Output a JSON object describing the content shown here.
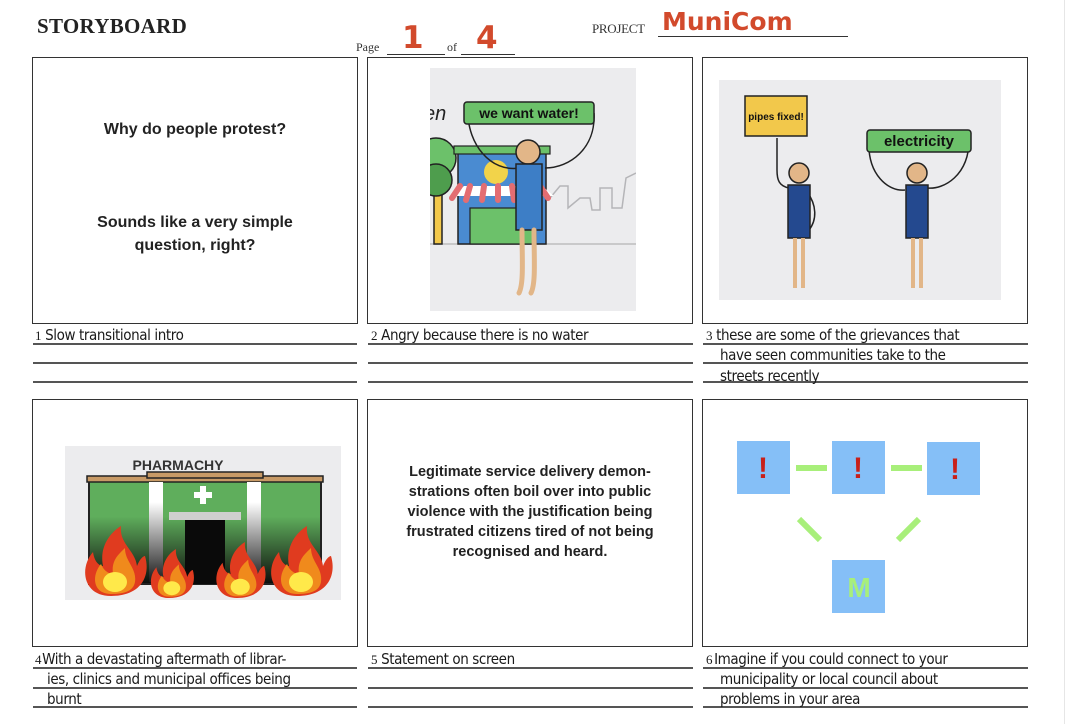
{
  "header": {
    "title": "STORYBOARD",
    "page_label": "Page",
    "page_number": "1",
    "of_label": "of",
    "page_total": "4",
    "project_label": "PROJECT",
    "project_name": "MuniCom"
  },
  "panels": [
    {
      "number": "1",
      "content": {
        "type": "text",
        "line1": "Why do people protest?",
        "line2": "Sounds like a very simple question, right?"
      },
      "caption": [
        "Slow transitional intro"
      ]
    },
    {
      "number": "2",
      "content": {
        "type": "illustration",
        "sign_text": "we want water!",
        "partial_text": "en",
        "description": "protester with sign in front of shop"
      },
      "caption": [
        "Angry because there is no water"
      ]
    },
    {
      "number": "3",
      "content": {
        "type": "illustration",
        "sign1_text": "pipes fixed!",
        "sign2_text": "electricity",
        "description": "two protesters holding signs"
      },
      "caption": [
        "these are some of the grievances that",
        "have seen communities take to the",
        "streets recently"
      ]
    },
    {
      "number": "4",
      "content": {
        "type": "illustration",
        "building_sign": "PHARMACHY",
        "description": "burning pharmacy building"
      },
      "caption": [
        "With a devastating aftermath of librar-",
        "ies, clinics and municipal offices being",
        "burnt"
      ]
    },
    {
      "number": "5",
      "content": {
        "type": "text",
        "line1": "Legitimate service delivery demon-strations often boil over into public violence with the justification being frustrated citizens tired of not being recognised and heard."
      },
      "caption": [
        "Statement on screen"
      ]
    },
    {
      "number": "6",
      "content": {
        "type": "diagram",
        "nodes": [
          "!",
          "!",
          "!",
          "M"
        ],
        "description": "three issue nodes connected to municipality node"
      },
      "caption": [
        "Imagine if you could connect to your",
        "municipality or local council about",
        "problems in your area"
      ]
    }
  ],
  "colors": {
    "accent_red": "#d24a2c",
    "sign_green": "#6cc16a",
    "sign_yellow": "#f2c84b",
    "node_blue": "#85bff7",
    "connector_green": "#a8ef7a",
    "alert_red": "#c8201a",
    "shirt_blue": "#24498f"
  }
}
